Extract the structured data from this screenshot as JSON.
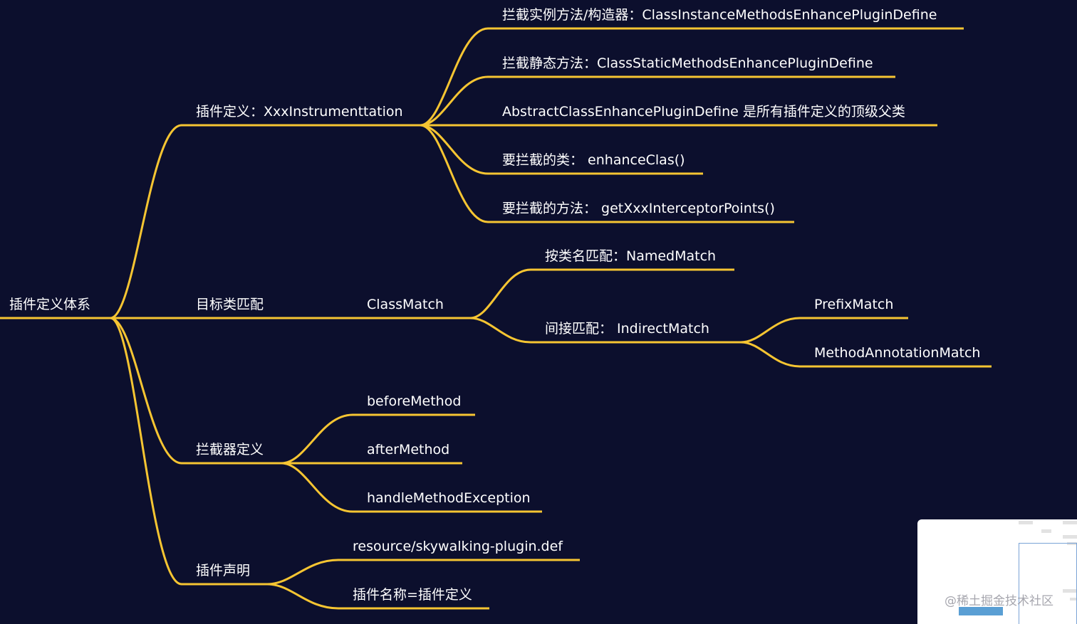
{
  "mindmap": {
    "accent_color": "#f6c532",
    "background_color": "#0c0f2d",
    "root": {
      "id": "root",
      "label": "插件定义体系",
      "children": [
        {
          "id": "plugin-define",
          "label": "插件定义：XxxInstrumenttation",
          "children": [
            {
              "id": "pd-instance",
              "label": "拦截实例方法/构造器：ClassInstanceMethodsEnhancePluginDefine"
            },
            {
              "id": "pd-static",
              "label": "拦截静态方法：ClassStaticMethodsEnhancePluginDefine"
            },
            {
              "id": "pd-abstract",
              "label": "AbstractClassEnhancePluginDefine   是所有插件定义的顶级父类"
            },
            {
              "id": "pd-enhance-class",
              "label": "要拦截的类：  enhanceClas()"
            },
            {
              "id": "pd-points",
              "label": "要拦截的方法：  getXxxInterceptorPoints()"
            }
          ]
        },
        {
          "id": "target-match",
          "label": "目标类匹配",
          "children": [
            {
              "id": "class-match",
              "label": "ClassMatch",
              "children": [
                {
                  "id": "named-match",
                  "label": "按类名匹配：NamedMatch"
                },
                {
                  "id": "indirect-match",
                  "label": "间接匹配：  IndirectMatch",
                  "children": [
                    {
                      "id": "prefix-match",
                      "label": "PrefixMatch"
                    },
                    {
                      "id": "method-annotation-match",
                      "label": "MethodAnnotationMatch"
                    }
                  ]
                }
              ]
            }
          ]
        },
        {
          "id": "interceptor-define",
          "label": "拦截器定义",
          "children": [
            {
              "id": "before-method",
              "label": "beforeMethod"
            },
            {
              "id": "after-method",
              "label": "afterMethod"
            },
            {
              "id": "handle-exception",
              "label": "handleMethodException"
            }
          ]
        },
        {
          "id": "plugin-declare",
          "label": "插件声明",
          "children": [
            {
              "id": "def-file",
              "label": "resource/skywalking-plugin.def"
            },
            {
              "id": "def-format",
              "label": "插件名称=插件定义"
            }
          ]
        }
      ]
    }
  },
  "watermark": "@稀土掘金技术社区"
}
